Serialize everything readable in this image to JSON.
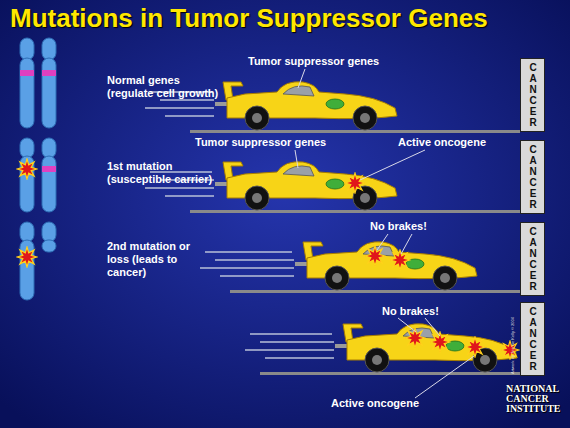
{
  "diagram": {
    "title": "Mutations in Tumor Suppressor Genes",
    "nodes": [
      {
        "text": [
          "CANCER"
        ]
      },
      {
        "text": [
          "CANCER"
        ]
      },
      {
        "text": [
          "CANCER"
        ]
      },
      {
        "text": [
          "CANCER"
        ]
      }
    ],
    "labels": [
      "Normal genes (regulate cell growth)",
      "1st mutation (susceptible carrier)",
      "2nd mutation or loss (leads to cancer)",
      "Tumor suppressor genes",
      "Tumor suppressor genes",
      "Active oncogene",
      "No brakes!",
      "No brakes!",
      "Active oncogene",
      "Artwork by Jeanne Kelly © 2004",
      "NATIONAL CANCER INSTITUTE"
    ]
  }
}
